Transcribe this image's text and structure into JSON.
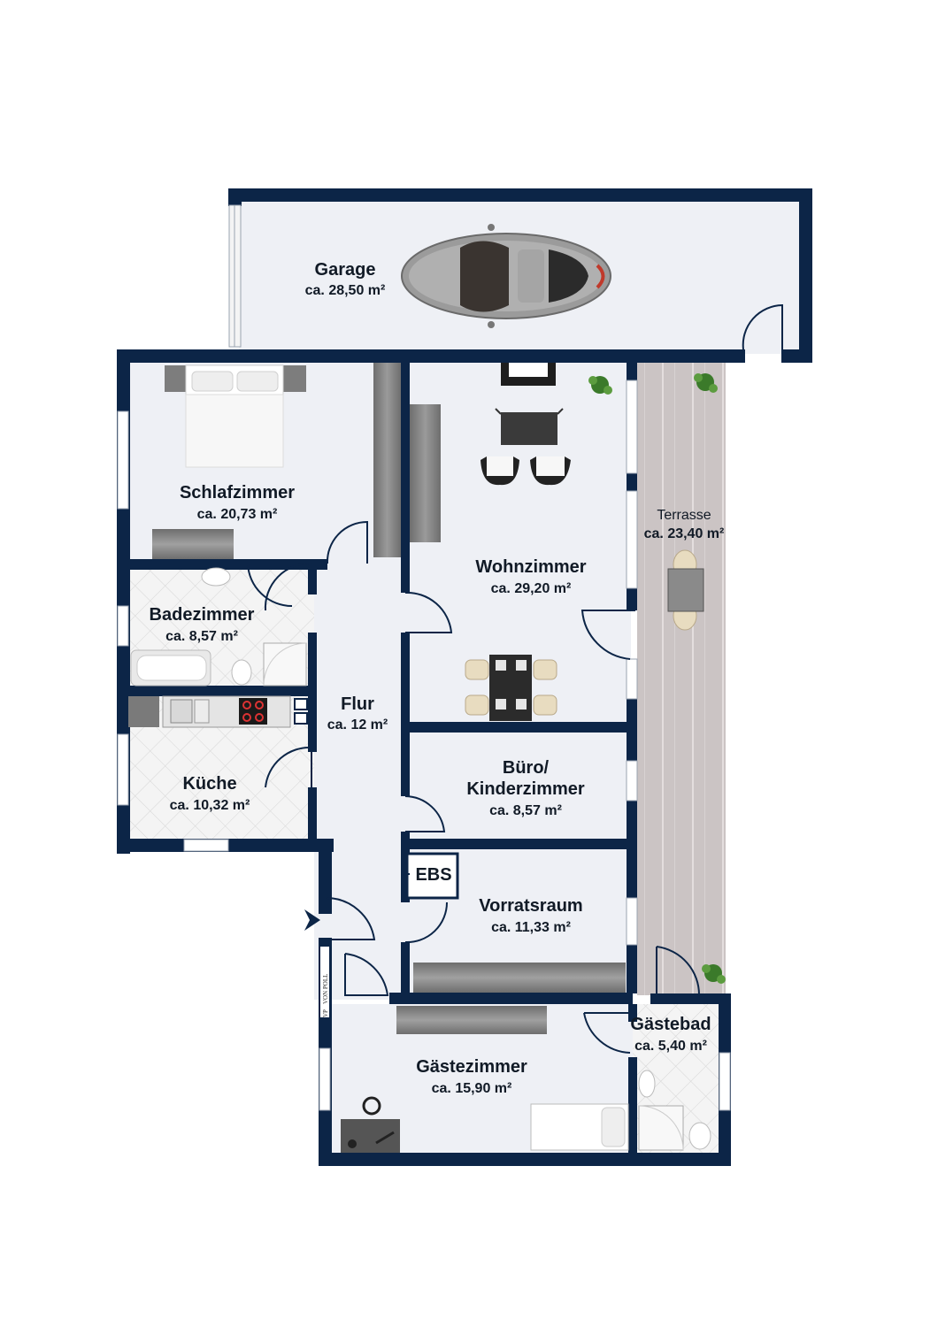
{
  "colors": {
    "wall": "#0c2547",
    "floor": "#eef0f5",
    "tile": "#f3f3f3",
    "terrace_wood": "#cfc8c8",
    "furniture_gray": "#8c8c8c",
    "plant": "#3b7a2a",
    "car_body": "#9a9a9a"
  },
  "rooms": {
    "garage": {
      "name": "Garage",
      "area": "ca. 28,50 m²"
    },
    "schlafzimmer": {
      "name": "Schlafzimmer",
      "area": "ca. 20,73 m²"
    },
    "wohnzimmer": {
      "name": "Wohnzimmer",
      "area": "ca. 29,20 m²"
    },
    "terrasse": {
      "name": "Terrasse",
      "area": "ca. 23,40 m²"
    },
    "badezimmer": {
      "name": "Badezimmer",
      "area": "ca. 8,57 m²"
    },
    "flur": {
      "name": "Flur",
      "area": "ca. 12 m²"
    },
    "kueche": {
      "name": "Küche",
      "area": "ca. 10,32 m²"
    },
    "buero": {
      "name_line1": "Büro/",
      "name_line2": "Kinderzimmer",
      "area": "ca. 8,57 m²"
    },
    "vorratsraum": {
      "name": "Vorratsraum",
      "area": "ca. 11,33 m²"
    },
    "gaestebad": {
      "name": "Gästebad",
      "area": "ca. 5,40 m²"
    },
    "gaestezimmer": {
      "name": "Gästezimmer",
      "area": "ca. 15,90 m²"
    }
  },
  "labels": {
    "ebs": "EBS",
    "brand_line1": "VON POLL",
    "brand_line2": "VP"
  },
  "icons": [
    "car-icon",
    "bed-icon",
    "sofa-icon",
    "plant-icon",
    "bathtub-icon",
    "toilet-icon",
    "sink-icon",
    "stove-icon",
    "shower-icon",
    "dining-table-icon",
    "entrance-arrow-icon"
  ]
}
